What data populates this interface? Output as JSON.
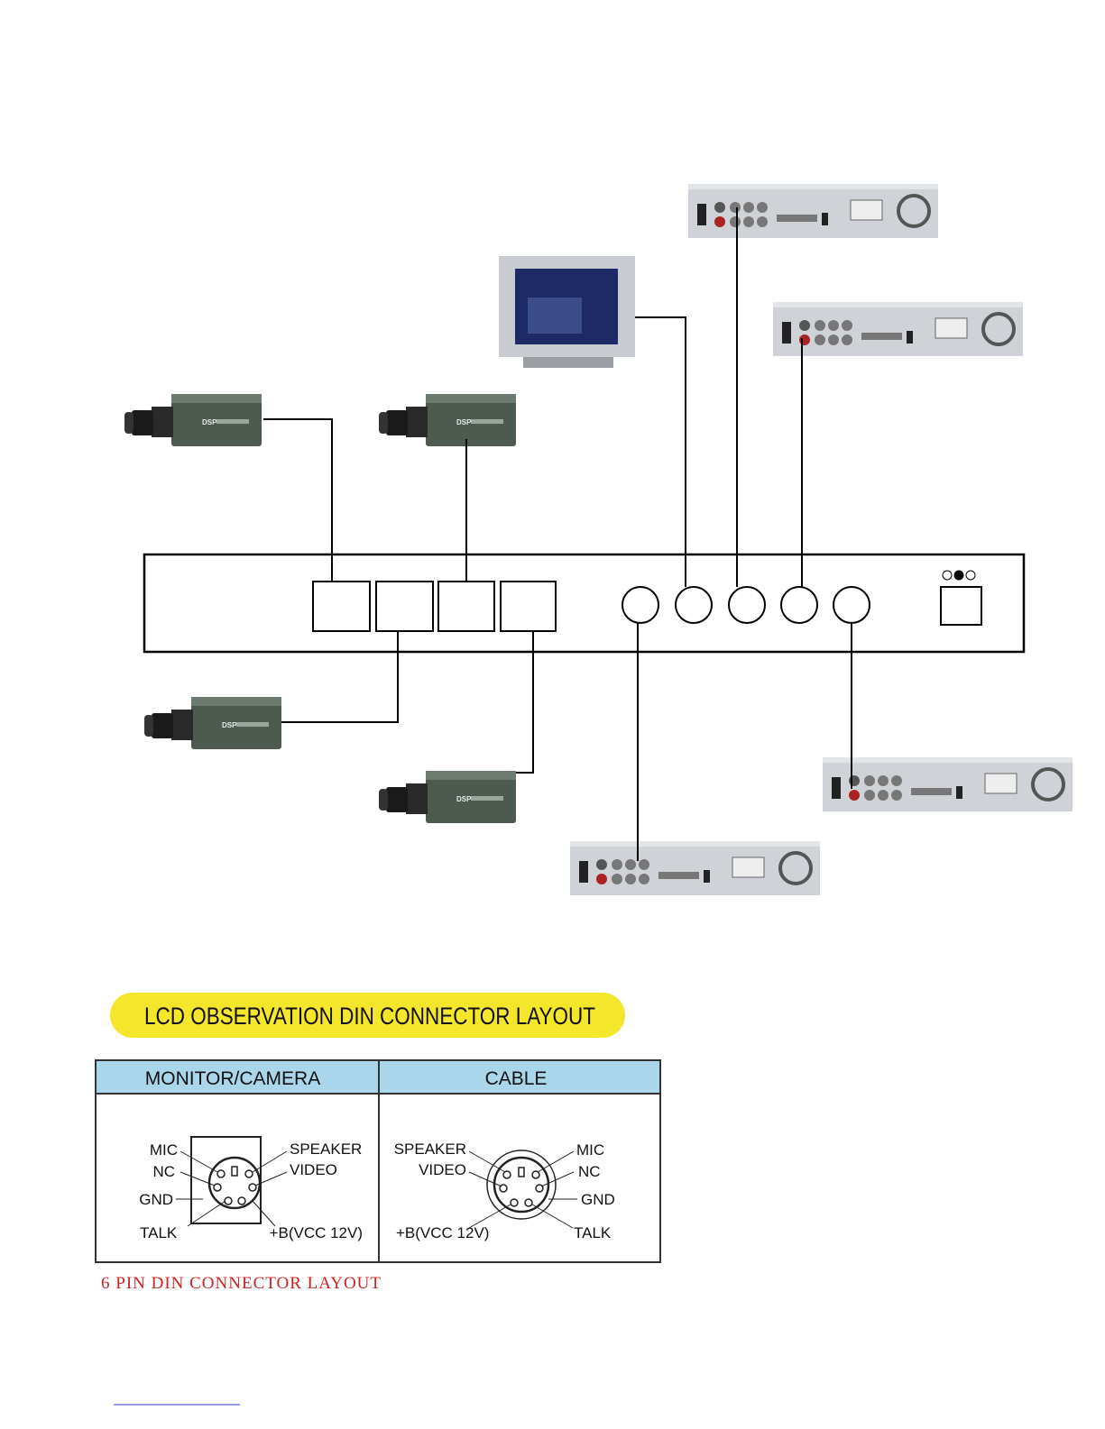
{
  "diagram": {
    "devices": {
      "cameras": [
        {
          "icon": "cctv-box-camera",
          "brand": "DSP"
        },
        {
          "icon": "cctv-box-camera",
          "brand": "DSP"
        },
        {
          "icon": "cctv-box-camera",
          "brand": "DSP"
        },
        {
          "icon": "cctv-box-camera",
          "brand": "DSP"
        }
      ],
      "monitor": {
        "icon": "crt-monitor"
      },
      "recorders": [
        {
          "icon": "dvr-rear-panel"
        },
        {
          "icon": "dvr-rear-panel"
        },
        {
          "icon": "dvr-rear-panel"
        },
        {
          "icon": "dvr-rear-panel"
        }
      ],
      "control_panel": {
        "square_ports": 4,
        "round_ports": 5,
        "indicator_leds": 3,
        "active_led": 2
      }
    },
    "colors": {
      "banner": "#f4e62a",
      "table_header": "#a9d6ea",
      "note": "#d02020",
      "wire": "#000000"
    }
  },
  "connector": {
    "banner_title": "LCD OBSERVATION DIN CONNECTOR LAYOUT",
    "columns": [
      "MONITOR/CAMERA",
      "CABLE"
    ],
    "monitor_camera_pins": {
      "mic": "MIC",
      "nc": "NC",
      "gnd": "GND",
      "talk": "TALK",
      "speaker": "SPEAKER",
      "video": "VIDEO",
      "vcc": "+B(VCC 12V)"
    },
    "cable_pins": {
      "speaker": "SPEAKER",
      "video": "VIDEO",
      "vcc": "+B(VCC 12V)",
      "mic": "MIC",
      "nc": "NC",
      "gnd": "GND",
      "talk": "TALK"
    },
    "caption": "6 PIN DIN CONNECTOR LAYOUT"
  }
}
